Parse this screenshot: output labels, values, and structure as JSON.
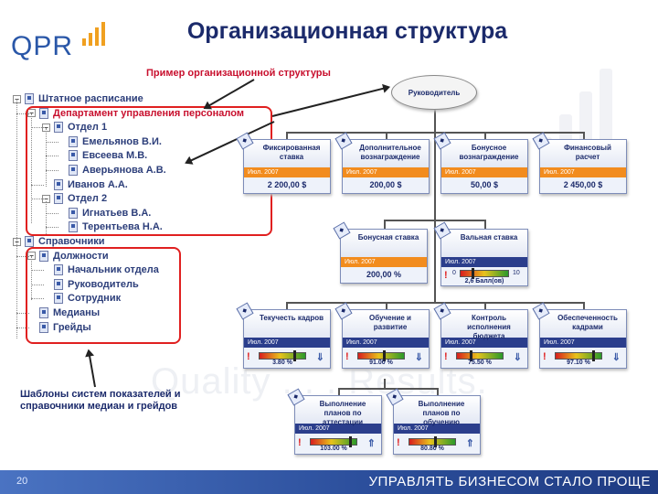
{
  "header": {
    "logo_text": "QPR",
    "title": "Организационная структура",
    "example_label": "Пример организационной структуры"
  },
  "watermark": "Quality . . . Results.",
  "tree": {
    "items": [
      {
        "label": "Штатное расписание",
        "level": 0,
        "expander": "−"
      },
      {
        "label": "Департамент управления персоналом",
        "level": 1,
        "expander": "−",
        "selected": true
      },
      {
        "label": "Отдел 1",
        "level": 2,
        "expander": "−"
      },
      {
        "label": "Емельянов В.И.",
        "level": 3
      },
      {
        "label": "Евсеева М.В.",
        "level": 3
      },
      {
        "label": "Аверьянова А.В.",
        "level": 3
      },
      {
        "label": "Иванов А.А.",
        "level": 2
      },
      {
        "label": "Отдел 2",
        "level": 2,
        "expander": "−"
      },
      {
        "label": "Игнатьев В.А.",
        "level": 3
      },
      {
        "label": "Терентьева Н.А.",
        "level": 3
      },
      {
        "label": "Справочники",
        "level": 0,
        "expander": "−"
      },
      {
        "label": "Должности",
        "level": 1,
        "expander": "−"
      },
      {
        "label": "Начальник отдела",
        "level": 2
      },
      {
        "label": "Руководитель",
        "level": 2
      },
      {
        "label": "Сотрудник",
        "level": 2
      },
      {
        "label": "Медианы",
        "level": 1
      },
      {
        "label": "Грейды",
        "level": 1
      }
    ]
  },
  "caption": "Шаблоны систем показателей и справочники медиан и грейдов",
  "org": {
    "root": "Руководитель",
    "compensation": [
      {
        "title": "Фиксированная ставка",
        "period": "Июл. 2007",
        "value": "2 200,00 $"
      },
      {
        "title": "Дополнительное вознаграждение",
        "period": "Июл. 2007",
        "value": "200,00 $"
      },
      {
        "title": "Бонусное вознаграждение",
        "period": "Июл. 2007",
        "value": "50,00 $"
      },
      {
        "title": "Финансовый расчет",
        "period": "Июл. 2007",
        "value": "2 450,00 $"
      }
    ],
    "bonus_rate": {
      "title": "Бонусная ставка",
      "period": "Июл. 2007",
      "value": "200,00 %"
    },
    "scale_rate": {
      "title": "Вальная ставка",
      "period": "Июл. 2007",
      "min": "0",
      "max": "10",
      "value_text": "2,6 Балл(ов)",
      "level": 0.26
    },
    "indicators": [
      {
        "title": "Текучесть кадров",
        "period": "Июл. 2007",
        "pct": "3.80 %",
        "level": 0.75,
        "trend": "⇓"
      },
      {
        "title": "Обучение и развитие",
        "period": "Июл. 2007",
        "pct": "91.00 %",
        "level": 0.55,
        "trend": "⇓"
      },
      {
        "title": "Контроль исполнения бюджета",
        "period": "Июл. 2007",
        "pct": "75.50 %",
        "level": 0.3,
        "trend": "⇓"
      },
      {
        "title": "Обеспеченность кадрами",
        "period": "Июл. 2007",
        "pct": "97.10 %",
        "level": 0.8,
        "trend": "⇓"
      }
    ],
    "plans": [
      {
        "title": "Выполнение планов по аттестации",
        "period": "Июл. 2007",
        "pct": "103.00 %",
        "level": 0.85,
        "trend": "⇑"
      },
      {
        "title": "Выполнение планов по обучению",
        "period": "Июл. 2007",
        "pct": "80.80 %",
        "level": 0.55,
        "trend": "⇑"
      }
    ]
  },
  "footer": {
    "page_number": "20",
    "slogan": "УПРАВЛЯТЬ БИЗНЕСОМ СТАЛО ПРОЩЕ"
  }
}
